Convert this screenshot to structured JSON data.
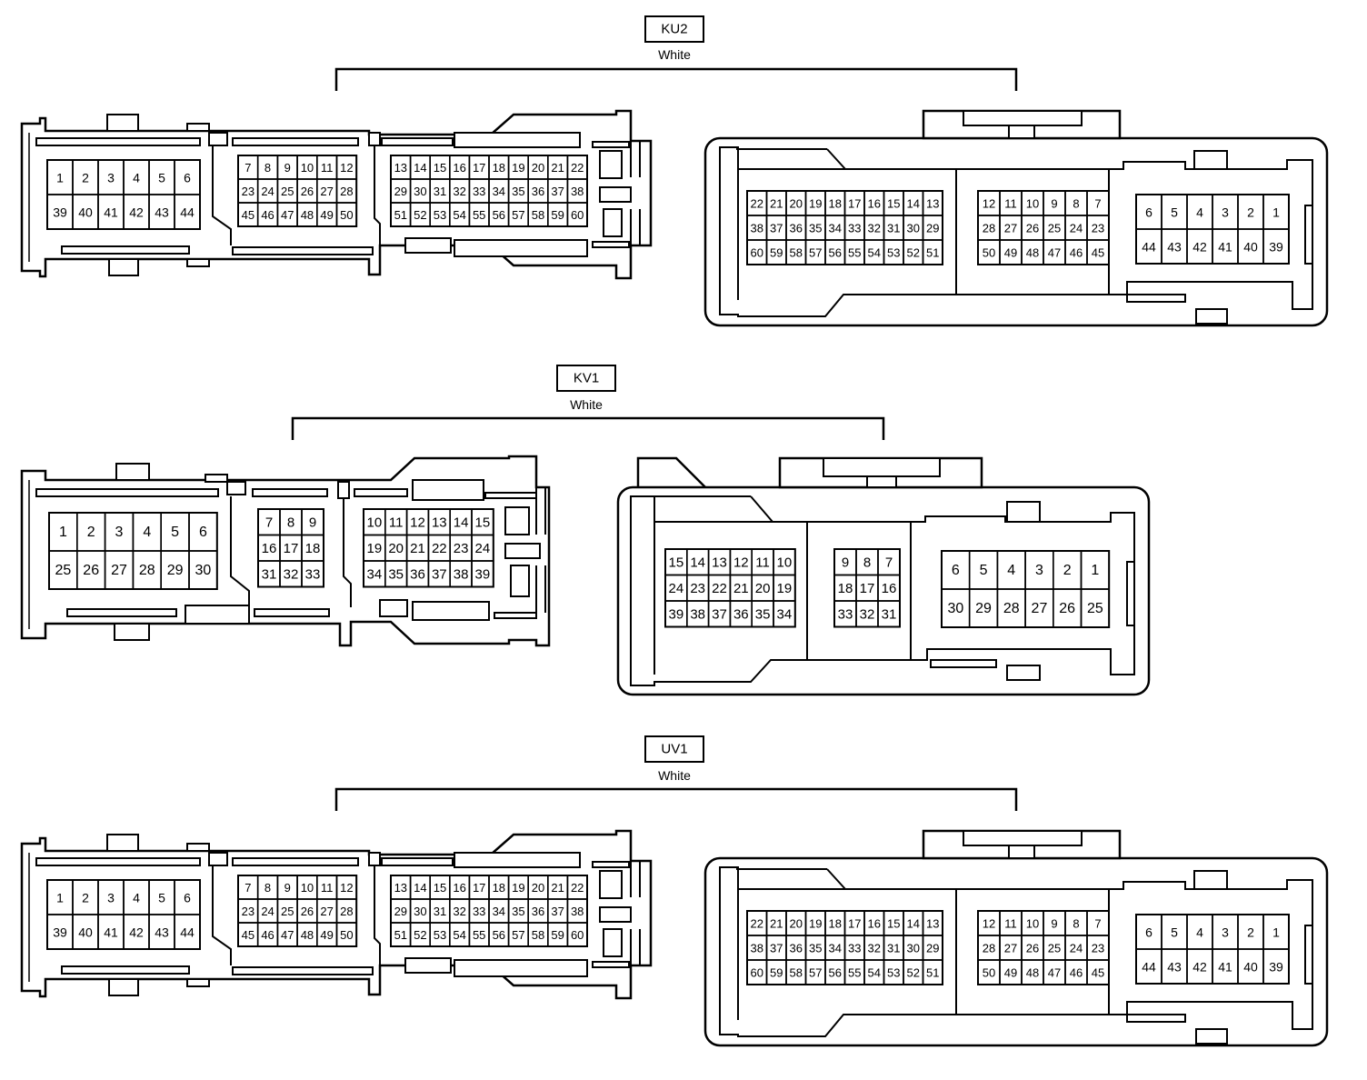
{
  "connectors": [
    {
      "name": "KU2",
      "color": "White",
      "female_cavities": [
        [
          "1",
          "2",
          "3",
          "4",
          "5",
          "6"
        ],
        [
          "39",
          "40",
          "41",
          "42",
          "43",
          "44"
        ],
        [
          "7",
          "8",
          "9",
          "10",
          "11",
          "12"
        ],
        [
          "23",
          "24",
          "25",
          "26",
          "27",
          "28"
        ],
        [
          "45",
          "46",
          "47",
          "48",
          "49",
          "50"
        ],
        [
          "13",
          "14",
          "15",
          "16",
          "17",
          "18",
          "19",
          "20",
          "21",
          "22"
        ],
        [
          "29",
          "30",
          "31",
          "32",
          "33",
          "34",
          "35",
          "36",
          "37",
          "38"
        ],
        [
          "51",
          "52",
          "53",
          "54",
          "55",
          "56",
          "57",
          "58",
          "59",
          "60"
        ]
      ],
      "male_cavities": [
        [
          "22",
          "21",
          "20",
          "19",
          "18",
          "17",
          "16",
          "15",
          "14",
          "13"
        ],
        [
          "38",
          "37",
          "36",
          "35",
          "34",
          "33",
          "32",
          "31",
          "30",
          "29"
        ],
        [
          "60",
          "59",
          "58",
          "57",
          "56",
          "55",
          "54",
          "53",
          "52",
          "51"
        ],
        [
          "12",
          "11",
          "10",
          "9",
          "8",
          "7"
        ],
        [
          "28",
          "27",
          "26",
          "25",
          "24",
          "23"
        ],
        [
          "50",
          "49",
          "48",
          "47",
          "46",
          "45"
        ],
        [
          "6",
          "5",
          "4",
          "3",
          "2",
          "1"
        ],
        [
          "44",
          "43",
          "42",
          "41",
          "40",
          "39"
        ]
      ]
    },
    {
      "name": "KV1",
      "color": "White",
      "female_cavities": [
        [
          "1",
          "2",
          "3",
          "4",
          "5",
          "6"
        ],
        [
          "25",
          "26",
          "27",
          "28",
          "29",
          "30"
        ],
        [
          "7",
          "8",
          "9"
        ],
        [
          "16",
          "17",
          "18"
        ],
        [
          "31",
          "32",
          "33"
        ],
        [
          "10",
          "11",
          "12",
          "13",
          "14",
          "15"
        ],
        [
          "19",
          "20",
          "21",
          "22",
          "23",
          "24"
        ],
        [
          "34",
          "35",
          "36",
          "37",
          "38",
          "39"
        ]
      ],
      "male_cavities": [
        [
          "15",
          "14",
          "13",
          "12",
          "11",
          "10"
        ],
        [
          "24",
          "23",
          "22",
          "21",
          "20",
          "19"
        ],
        [
          "39",
          "38",
          "37",
          "36",
          "35",
          "34"
        ],
        [
          "9",
          "8",
          "7"
        ],
        [
          "18",
          "17",
          "16"
        ],
        [
          "33",
          "32",
          "31"
        ],
        [
          "6",
          "5",
          "4",
          "3",
          "2",
          "1"
        ],
        [
          "30",
          "29",
          "28",
          "27",
          "26",
          "25"
        ]
      ]
    },
    {
      "name": "UV1",
      "color": "White",
      "female_cavities": [
        [
          "1",
          "2",
          "3",
          "4",
          "5",
          "6"
        ],
        [
          "39",
          "40",
          "41",
          "42",
          "43",
          "44"
        ],
        [
          "7",
          "8",
          "9",
          "10",
          "11",
          "12"
        ],
        [
          "23",
          "24",
          "25",
          "26",
          "27",
          "28"
        ],
        [
          "45",
          "46",
          "47",
          "48",
          "49",
          "50"
        ],
        [
          "13",
          "14",
          "15",
          "16",
          "17",
          "18",
          "19",
          "20",
          "21",
          "22"
        ],
        [
          "29",
          "30",
          "31",
          "32",
          "33",
          "34",
          "35",
          "36",
          "37",
          "38"
        ],
        [
          "51",
          "52",
          "53",
          "54",
          "55",
          "56",
          "57",
          "58",
          "59",
          "60"
        ]
      ],
      "male_cavities": [
        [
          "22",
          "21",
          "20",
          "19",
          "18",
          "17",
          "16",
          "15",
          "14",
          "13"
        ],
        [
          "38",
          "37",
          "36",
          "35",
          "34",
          "33",
          "32",
          "31",
          "30",
          "29"
        ],
        [
          "60",
          "59",
          "58",
          "57",
          "56",
          "55",
          "54",
          "53",
          "52",
          "51"
        ],
        [
          "12",
          "11",
          "10",
          "9",
          "8",
          "7"
        ],
        [
          "28",
          "27",
          "26",
          "25",
          "24",
          "23"
        ],
        [
          "50",
          "49",
          "48",
          "47",
          "46",
          "45"
        ],
        [
          "6",
          "5",
          "4",
          "3",
          "2",
          "1"
        ],
        [
          "44",
          "43",
          "42",
          "41",
          "40",
          "39"
        ]
      ]
    }
  ]
}
